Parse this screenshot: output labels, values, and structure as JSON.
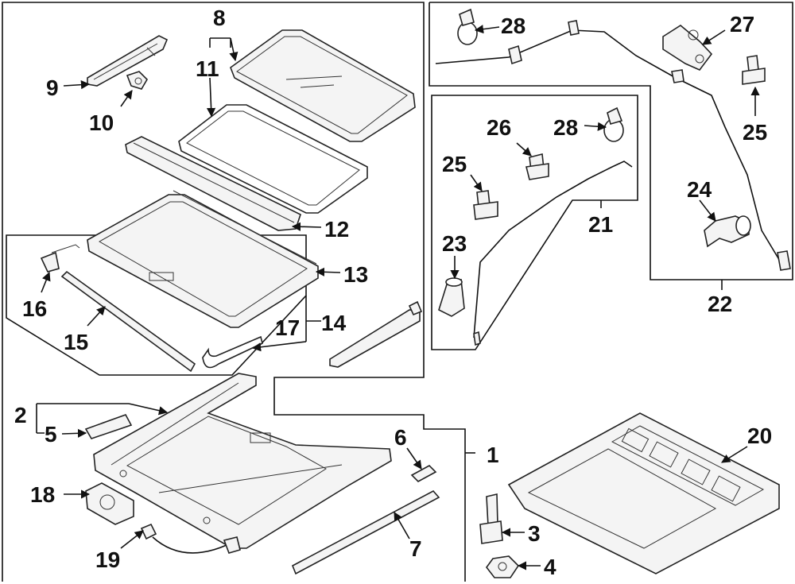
{
  "callouts": {
    "c1": "1",
    "c2": "2",
    "c3": "3",
    "c4": "4",
    "c5": "5",
    "c6": "6",
    "c7": "7",
    "c8": "8",
    "c9": "9",
    "c10": "10",
    "c11": "11",
    "c12": "12",
    "c13": "13",
    "c14": "14",
    "c15": "15",
    "c16": "16",
    "c17": "17",
    "c18": "18",
    "c19": "19",
    "c20": "20",
    "c21": "21",
    "c22": "22",
    "c23": "23",
    "c24": "24",
    "c25a": "25",
    "c25b": "25",
    "c26": "26",
    "c27": "27",
    "c28a": "28",
    "c28b": "28"
  }
}
